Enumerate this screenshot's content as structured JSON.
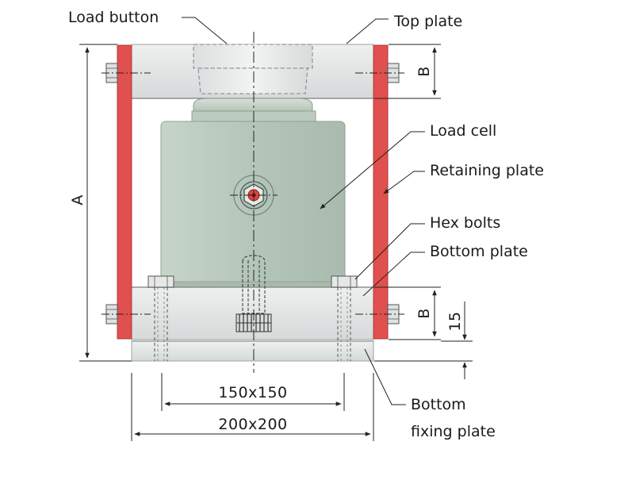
{
  "labels": {
    "load_button": "Load button",
    "top_plate": "Top plate",
    "load_cell": "Load cell",
    "retaining_plate": "Retaining plate",
    "hex_bolts": "Hex bolts",
    "bottom_plate": "Bottom plate",
    "bottom_fixing_plate_line1": "Bottom",
    "bottom_fixing_plate_line2": "fixing plate"
  },
  "dimensions": {
    "height": "A",
    "plate_thickness_top": "B",
    "plate_thickness_bottom": "B",
    "fixing_plate_thickness": "15",
    "inner_width": "150x150",
    "outer_width": "200x200"
  },
  "colors": {
    "retaining_plate": "#e0504e",
    "retaining_plate_edge": "#b43a38",
    "load_cell_body": "#b8c9bd",
    "plate": "#e2e4e4",
    "line": "#222222"
  }
}
